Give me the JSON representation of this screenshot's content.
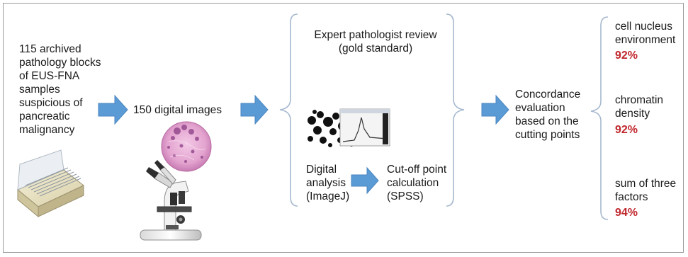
{
  "input": {
    "lines": [
      "115 archived",
      "pathology blocks",
      "of EUS-FNA",
      "samples",
      "suspicious of",
      "pancreatic",
      "malignancy"
    ]
  },
  "images": {
    "label": "150 digital images"
  },
  "review": {
    "line1": "Expert pathologist review",
    "line2": "(gold standard)"
  },
  "analysis": {
    "lines": [
      "Digital",
      "analysis",
      "(ImageJ)"
    ]
  },
  "cutoff": {
    "lines": [
      "Cut-off point",
      "calculation",
      "(SPSS)"
    ]
  },
  "concordance": {
    "lines": [
      "Concordance",
      "evaluation",
      "based on the",
      "cutting points"
    ]
  },
  "results": [
    {
      "lines": [
        "cell nucleus",
        "environment"
      ],
      "value": "92%"
    },
    {
      "lines": [
        "chromatin",
        "density"
      ],
      "value": "92%"
    },
    {
      "lines": [
        "sum of three",
        "factors"
      ],
      "value": "94%"
    }
  ],
  "colors": {
    "arrow": "#5b9bd5",
    "brace": "#a6b9cf",
    "highlight": "#c0272d"
  }
}
